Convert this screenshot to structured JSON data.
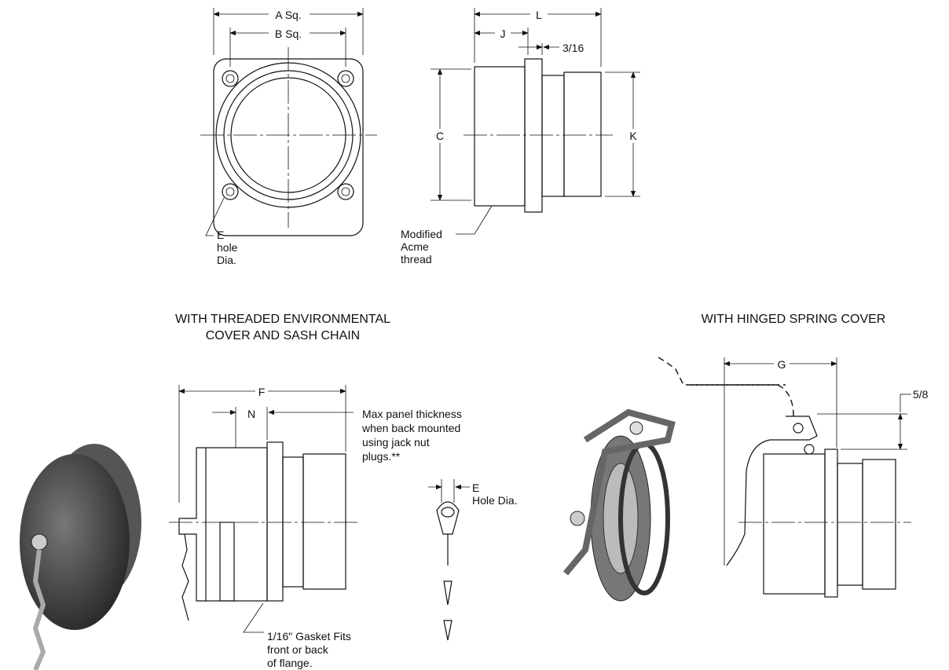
{
  "front_view": {
    "a_label": "A Sq.",
    "b_label": "B Sq.",
    "e_label_1": "E",
    "e_label_2": "hole",
    "e_label_3": "Dia."
  },
  "side_view": {
    "l_label": "L",
    "j_label": "J",
    "dim_3_16": "3/16",
    "c_label": "C",
    "k_label": "K",
    "thread_1": "Modified",
    "thread_2": "Acme",
    "thread_3": "thread"
  },
  "threaded_cover": {
    "title_1": "WITH THREADED ENVIRONMENTAL",
    "title_2": "COVER AND SASH CHAIN",
    "f_label": "F",
    "n_label": "N",
    "panel_1": "Max panel thickness",
    "panel_2": "when back mounted",
    "panel_3": "using jack nut",
    "panel_4": "plugs.**",
    "gasket_1": "1/16\" Gasket Fits",
    "gasket_2": "front or back",
    "gasket_3": "of flange.",
    "e_label": "E",
    "hole_dia": "Hole Dia."
  },
  "hinged_cover": {
    "title": "WITH HINGED SPRING COVER",
    "g_label": "G",
    "dim_5_8": "5/8"
  }
}
